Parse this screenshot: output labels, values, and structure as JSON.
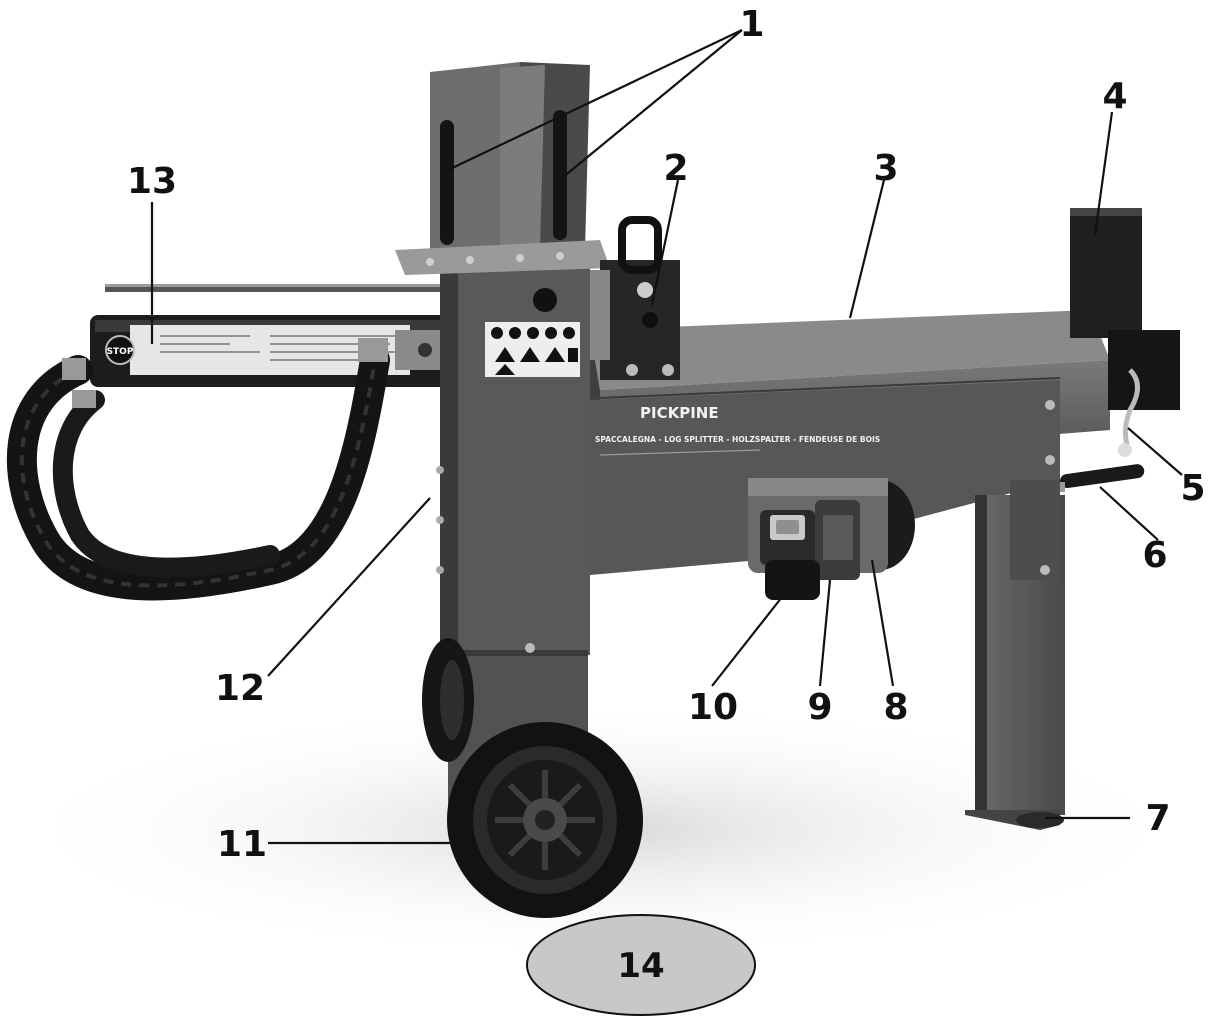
{
  "labels": {
    "n1": "1",
    "n2": "2",
    "n3": "3",
    "n4": "4",
    "n5": "5",
    "n6": "6",
    "n7": "7",
    "n8": "8",
    "n9": "9",
    "n10": "10",
    "n11": "11",
    "n12": "12",
    "n13": "13"
  },
  "page_number": "14",
  "machine_decal": {
    "brand": "PICKPINE",
    "subtitle": "SPACCALEGNA - LOG SPLITTER - HOLZSPALTER - FENDEUSE DE BOIS"
  },
  "cylinder_decal": {
    "stop_badge": "STOP"
  },
  "colors": {
    "body": "#5e5e5e",
    "dark": "#2b2b2b",
    "black": "#151515",
    "light": "#8c8c8c",
    "page_oval": "#c8c8c8"
  }
}
